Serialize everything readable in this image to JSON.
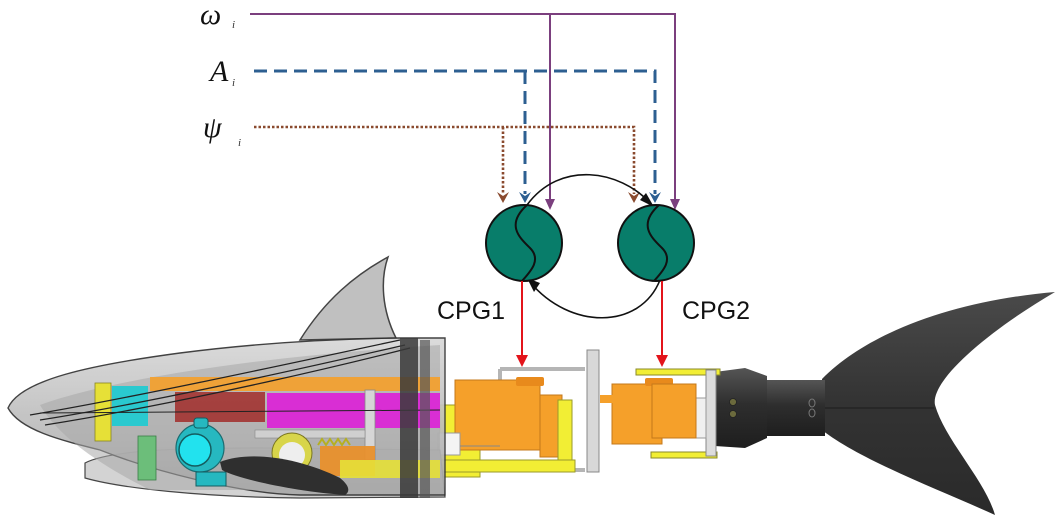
{
  "title": "CPG-based control architecture of robotic shark",
  "inputs": [
    {
      "id": "omega",
      "symbol": "ω",
      "subscript": "i",
      "meaning": "frequency",
      "line_style": "solid",
      "color": "#7b3f7e"
    },
    {
      "id": "amplitude",
      "symbol": "A",
      "subscript": "i",
      "meaning": "amplitude",
      "line_style": "dashed",
      "color": "#2d5f91"
    },
    {
      "id": "psi",
      "symbol": "ψ",
      "subscript": "i",
      "meaning": "phase",
      "line_style": "dotted",
      "color": "#8a4a2e"
    }
  ],
  "oscillators": [
    {
      "id": "cpg1",
      "label": "CPG1",
      "color": "#087d6a"
    },
    {
      "id": "cpg2",
      "label": "CPG2",
      "color": "#087d6a"
    }
  ],
  "coupling": {
    "color": "#111111",
    "directions": [
      "cpg1-to-cpg2",
      "cpg2-to-cpg1"
    ]
  },
  "output_arrow_color": "#e3141b",
  "body_parts": {
    "head": "transparent head housing with internal components",
    "joint1_servo": "servo motor 1",
    "joint2_servo": "servo motor 2",
    "tail": "caudal fin",
    "colors": {
      "orange": "#f5a02a",
      "yellow": "#f2ee34",
      "magenta": "#d92ed4",
      "cyan": "#1fd6e0",
      "darkred": "#a33a38",
      "green": "#6cbe7a",
      "shell": "#c8c8c8",
      "fin": "#3b3b3b"
    }
  }
}
